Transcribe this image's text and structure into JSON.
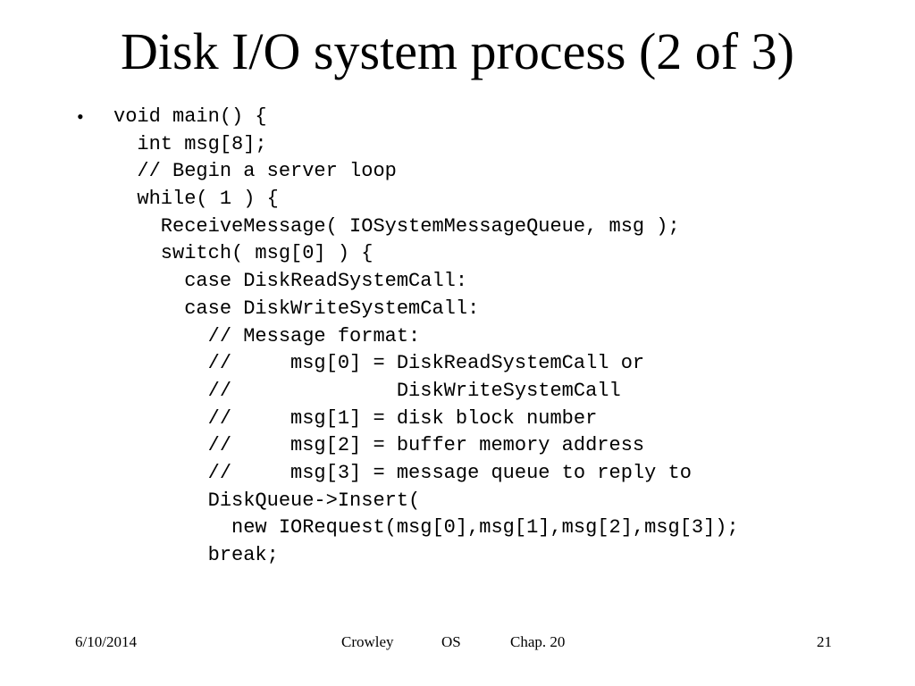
{
  "slide": {
    "title": "Disk I/O system process (2 of 3)",
    "bullet_symbol": "•",
    "code_lines": [
      "void main() {",
      "  int msg[8];",
      "  // Begin a server loop",
      "  while( 1 ) {",
      "    ReceiveMessage( IOSystemMessageQueue, msg );",
      "    switch( msg[0] ) {",
      "      case DiskReadSystemCall:",
      "      case DiskWriteSystemCall:",
      "        // Message format:",
      "        //     msg[0] = DiskReadSystemCall or",
      "        //              DiskWriteSystemCall",
      "        //     msg[1] = disk block number",
      "        //     msg[2] = buffer memory address",
      "        //     msg[3] = message queue to reply to",
      "        DiskQueue->Insert(",
      "          new IORequest(msg[0],msg[1],msg[2],msg[3]);",
      "        break;"
    ]
  },
  "footer": {
    "date": "6/10/2014",
    "author": "Crowley",
    "course": "OS",
    "chapter": "Chap. 20",
    "page_number": "21"
  }
}
